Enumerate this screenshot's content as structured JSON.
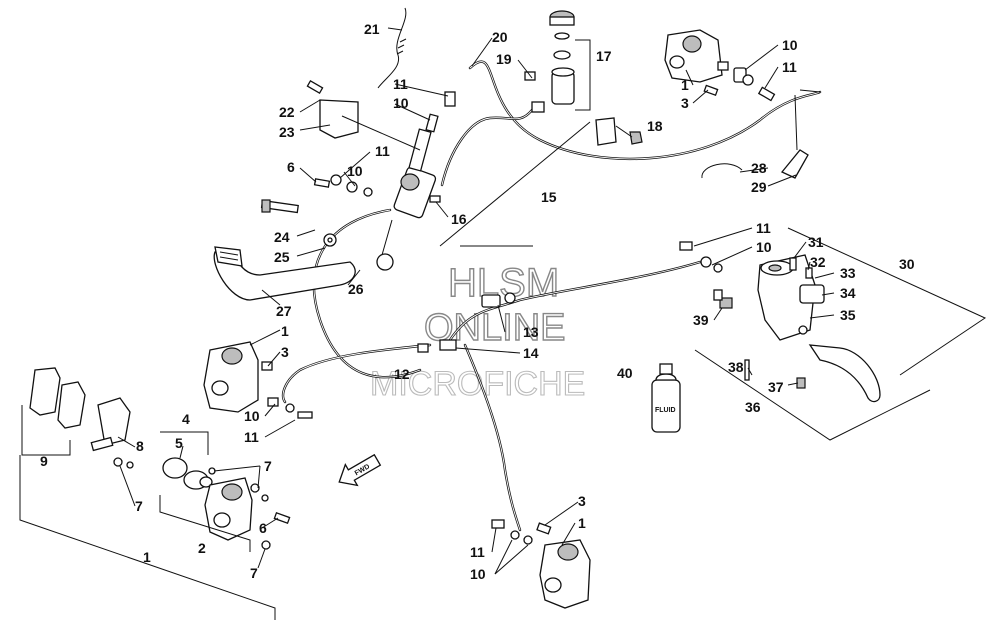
{
  "watermark": {
    "line1": "HLSM",
    "line2": "ONLINE",
    "line3": "MICROFICHE"
  },
  "bottle_label": "FLUID",
  "fwd_label": "FWD",
  "callouts": {
    "c21": "21",
    "c20": "20",
    "c17": "17",
    "c19": "19",
    "c11a": "11",
    "c10a": "10",
    "c22": "22",
    "c23": "23",
    "c11b": "11",
    "c6a": "6",
    "c10b": "10",
    "c18": "18",
    "c15": "15",
    "c16": "16",
    "c24": "24",
    "c25": "25",
    "c26": "26",
    "c27": "27",
    "c1a": "1",
    "c3a": "3",
    "c10c": "10",
    "c11c": "11",
    "c28": "28",
    "c29": "29",
    "c1b": "1",
    "c3b": "3",
    "c10d": "10",
    "c11d": "11",
    "c12": "12",
    "c13": "13",
    "c14": "14",
    "c40": "40",
    "c11e": "11",
    "c10e": "10",
    "c31": "31",
    "c32": "32",
    "c33": "33",
    "c34": "34",
    "c35": "35",
    "c30": "30",
    "c39": "39",
    "c38": "38",
    "c37": "37",
    "c36": "36",
    "c9": "9",
    "c8": "8",
    "c4": "4",
    "c5": "5",
    "c7a": "7",
    "c7b": "7",
    "c6b": "6",
    "c2": "2",
    "c7c": "7",
    "c1c": "1",
    "c3c": "3",
    "c1d": "1",
    "c11f": "11",
    "c10f": "10"
  }
}
